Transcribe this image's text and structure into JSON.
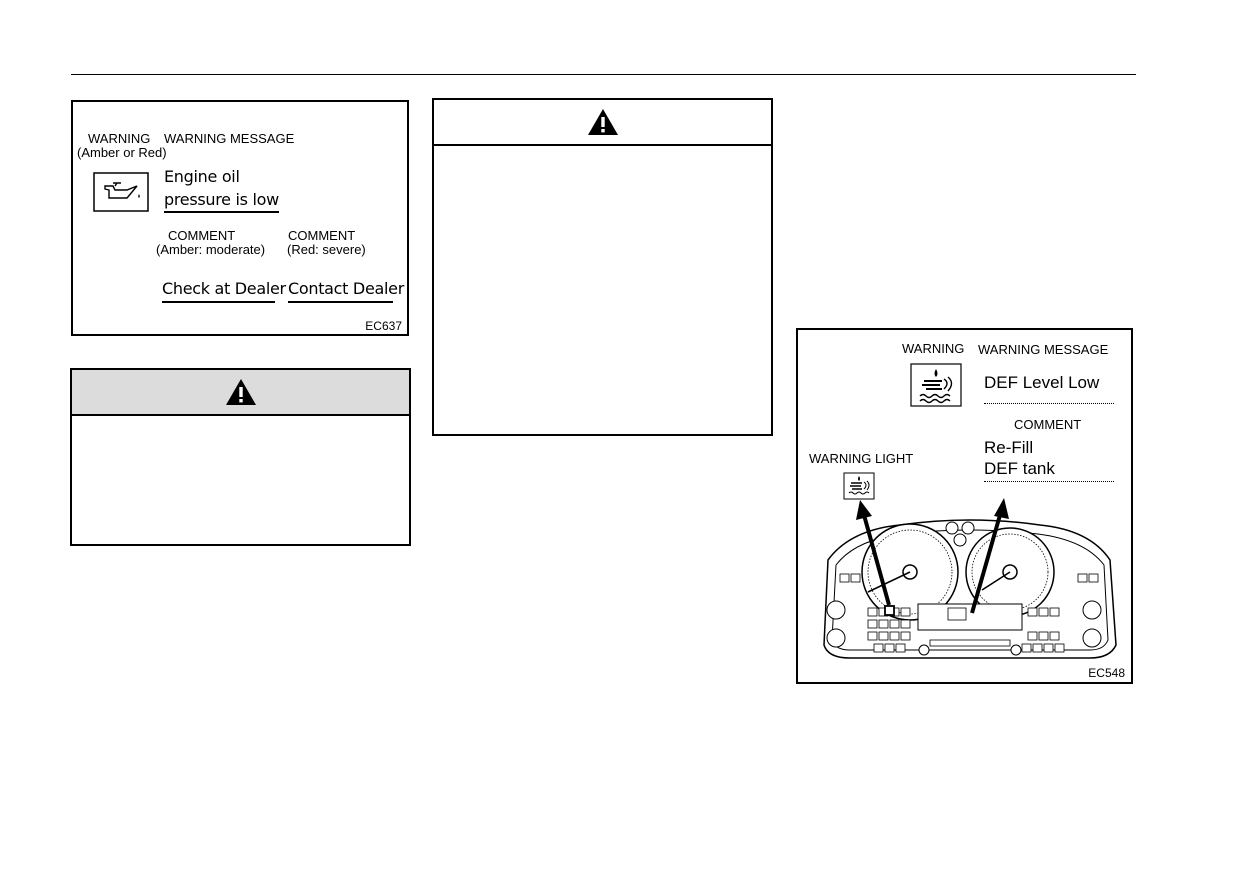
{
  "oil_figure": {
    "warning_label": "WARNING",
    "warning_sub": "(Amber or Red)",
    "message_label": "WARNING MESSAGE",
    "message_line1": "Engine oil",
    "message_line2": "pressure is low",
    "comment1_label": "COMMENT",
    "comment1_sub": "(Amber: moderate)",
    "comment2_label": "COMMENT",
    "comment2_sub": "(Red: severe)",
    "action1": "Check at Dealer",
    "action2": "Contact Dealer",
    "code": "EC637",
    "icon": "oil-can-icon"
  },
  "def_figure": {
    "warning_label": "WARNING",
    "message_label": "WARNING MESSAGE",
    "message": "DEF Level Low",
    "comment_label": "COMMENT",
    "comment_line1": "Re-Fill",
    "comment_line2": "DEF tank",
    "light_label": "WARNING LIGHT",
    "code": "EC548",
    "icon": "def-fluid-icon"
  }
}
